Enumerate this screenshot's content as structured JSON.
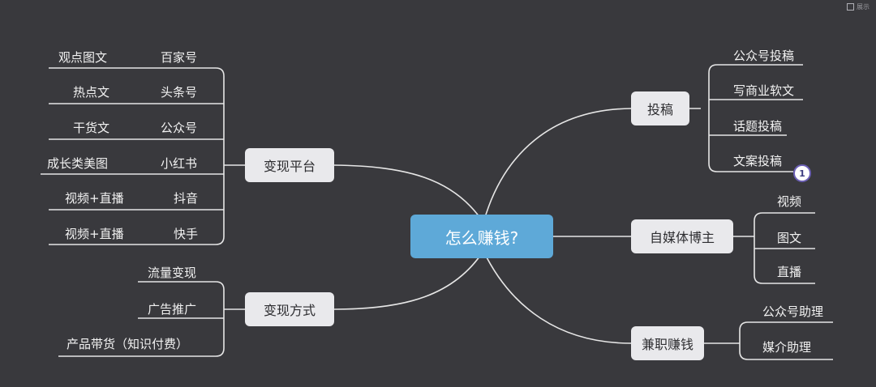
{
  "diagram": {
    "colors": {
      "background": "#39393d",
      "center": "#5ea9d8",
      "node": "#e9e9ec",
      "line": "#e6e6e6",
      "badge_border": "#6b5fb5"
    },
    "center": "怎么赚钱?",
    "corner_label": "展示",
    "branches": {
      "tougao": {
        "label": "投稿",
        "items": [
          "公众号投稿",
          "写商业软文",
          "话题投稿",
          "文案投稿"
        ],
        "badge": "1"
      },
      "zimeiti": {
        "label": "自媒体博主",
        "items": [
          "视频",
          "图文",
          "直播"
        ]
      },
      "jianzhi": {
        "label": "兼职赚钱",
        "items": [
          "公众号助理",
          "媒介助理"
        ]
      },
      "pingtai": {
        "label": "变现平台",
        "rows": [
          {
            "content": "观点图文",
            "platform": "百家号"
          },
          {
            "content": "热点文",
            "platform": "头条号"
          },
          {
            "content": "干货文",
            "platform": "公众号"
          },
          {
            "content": "成长类美图",
            "platform": "小红书"
          },
          {
            "content": "视频+直播",
            "platform": "抖音"
          },
          {
            "content": "视频+直播",
            "platform": "快手"
          }
        ]
      },
      "fangshi": {
        "label": "变现方式",
        "items": [
          "流量变现",
          "广告推广",
          "产品带货（知识付费）"
        ]
      }
    }
  }
}
